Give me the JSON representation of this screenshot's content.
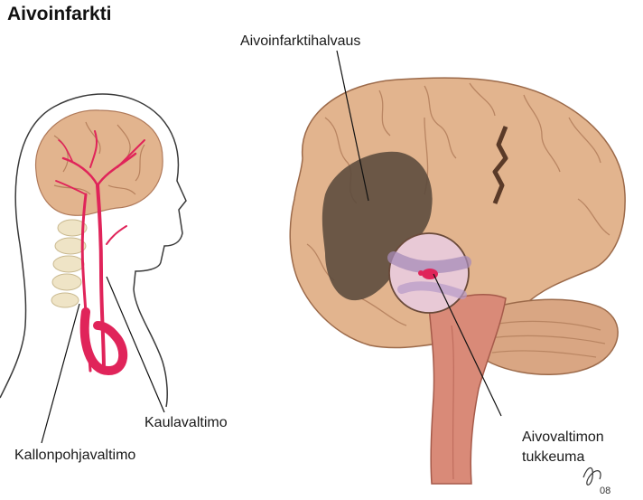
{
  "title": "Aivoinfarkti",
  "labels": {
    "infarct": "Aivoinfarktihalvaus",
    "carotid": "Kaulavaltimo",
    "basilar": "Kallonpohjavaltimo",
    "occlusion_line1": "Aivovaltimon",
    "occlusion_line2": "tukkeuma"
  },
  "signature": "08",
  "colors": {
    "brain": "#e2b48e",
    "brain_shadow": "#c98f6b",
    "infarct_area": "#5a4a3c",
    "artery": "#e0245a",
    "brainstem": "#d98a78",
    "outline": "#2b2b2b"
  }
}
